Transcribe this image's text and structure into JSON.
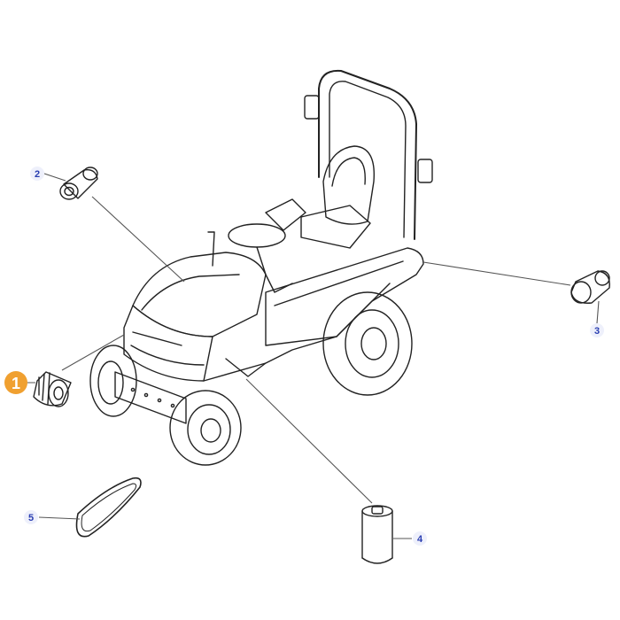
{
  "colors": {
    "line": "#222222",
    "badge_fill": "#eef0fb",
    "badge_text": "#2a3eb1",
    "highlight_fill": "#f0a030",
    "highlight_text": "#ffffff"
  },
  "callouts": [
    {
      "id": "1",
      "label": "1",
      "highlighted": true
    },
    {
      "id": "2",
      "label": "2",
      "highlighted": false
    },
    {
      "id": "3",
      "label": "3",
      "highlighted": false
    },
    {
      "id": "4",
      "label": "4",
      "highlighted": false
    },
    {
      "id": "5",
      "label": "5",
      "highlighted": false
    }
  ]
}
